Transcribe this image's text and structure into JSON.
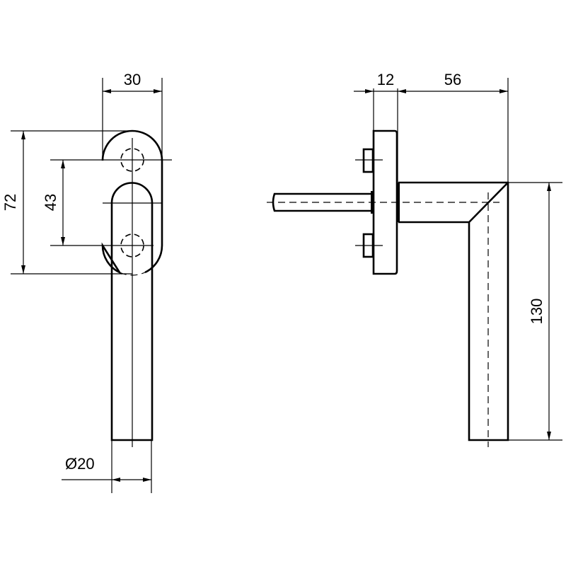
{
  "drawing": {
    "title": "Window handle technical drawing",
    "line_color": "#000000",
    "background": "#ffffff",
    "front_view": {
      "dim_width": "30",
      "dim_height": "72",
      "dim_hole_spacing": "43",
      "dim_diameter": "Ø20"
    },
    "side_view": {
      "dim_rosette_thickness": "12",
      "dim_projection": "56",
      "dim_handle_length": "130"
    }
  }
}
